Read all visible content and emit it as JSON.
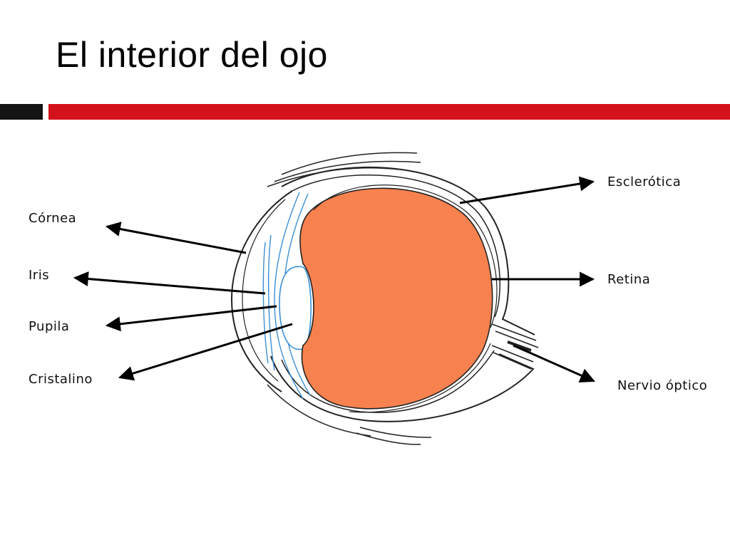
{
  "slide": {
    "title": "El interior del ojo"
  },
  "diagram": {
    "labels": {
      "cornea": "Córnea",
      "iris": "Iris",
      "pupila": "Pupila",
      "cristalino": "Cristalino",
      "esclerotica": "Esclerótica",
      "retina": "Retina",
      "nervio": "Nervio óptico"
    },
    "colors": {
      "vitreous": "#f8824f",
      "iris_blue": "#3b8fd6",
      "bar_red": "#d4121c",
      "bar_dark": "#141414"
    }
  }
}
